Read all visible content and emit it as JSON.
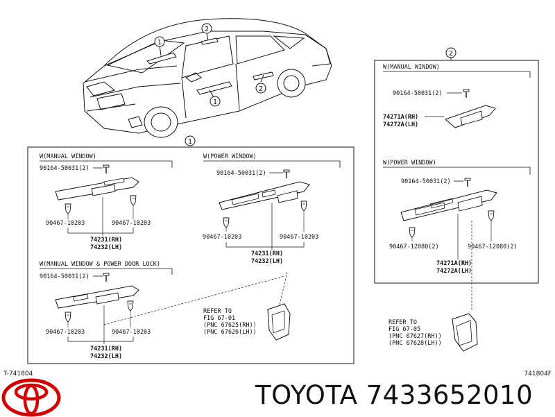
{
  "callouts": {
    "one": "1",
    "two": "2"
  },
  "codes": {
    "left": "T-741804",
    "right": "741804F"
  },
  "brand": {
    "name": "TOYOTA",
    "part_number": "7433652010"
  },
  "panels": {
    "left_manual": {
      "header": "W(MANUAL WINDOW)",
      "screw": "90164-50031(2)",
      "clip_left": "90467-10203",
      "clip_right": "90467-10203",
      "part_rh": "74231(RH)",
      "part_lh": "74232(LH)"
    },
    "left_manual_lock": {
      "header": "W(MANUAL WINDOW & POWER DOOR LOCK)",
      "screw": "90164-50031(2)",
      "clip_left": "90467-10203",
      "clip_right": "90467-10203",
      "part_rh": "74231(RH)",
      "part_lh": "74232(LH)"
    },
    "left_power": {
      "header": "W(POWER WINDOW)",
      "screw": "90164-50031(2)",
      "clip_left": "90467-10203",
      "clip_right": "90467-10203",
      "part_rh": "74231(RH)",
      "part_lh": "74232(LH)",
      "ref1": "REFER TO",
      "ref2": "FIG 67-01",
      "ref3": "(PNC  67625(RH))",
      "ref4": "(PNC  67626(LH))"
    },
    "right_manual": {
      "header": "W(MANUAL WINDOW)",
      "screw": "90164-50031(2)",
      "part_rh": "74271A(RH)",
      "part_lh": "74272A(LH)"
    },
    "right_power": {
      "header": "W(POWER WINDOW)",
      "screw": "90164-50031(2)",
      "clip_left": "90467-12080(2)",
      "clip_right": "90467-12080(2)",
      "part_rh": "74271A(RH)",
      "part_lh": "74272A(LH)",
      "ref1": "REFER TO",
      "ref2": "FIG 67-05",
      "ref3": "(PNC  67627(RH))",
      "ref4": "(PNC  67628(LH))"
    }
  }
}
